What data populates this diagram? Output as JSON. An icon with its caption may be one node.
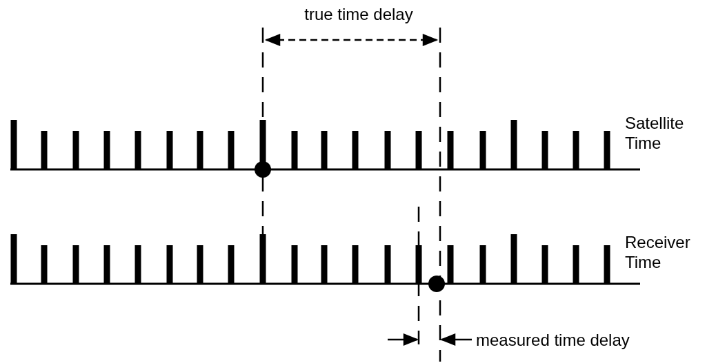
{
  "diagram": {
    "labels": [
      "true time delay",
      "Satellite Time",
      "Receiver Time",
      "measured time delay"
    ]
  }
}
